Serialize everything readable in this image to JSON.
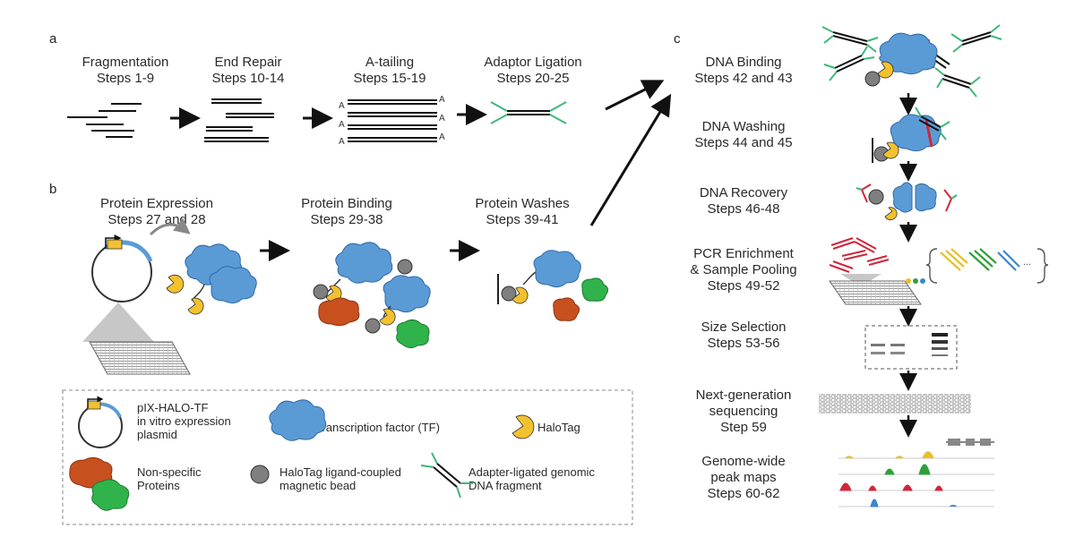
{
  "panels": {
    "a": "a",
    "b": "b",
    "c": "c"
  },
  "panel_a": [
    {
      "name": "Fragmentation",
      "steps": "Steps 1-9"
    },
    {
      "name": "End Repair",
      "steps": "Steps 10-14"
    },
    {
      "name": "A-tailing",
      "steps": "Steps 15-19"
    },
    {
      "name": "Adaptor Ligation",
      "steps": "Steps 20-25"
    }
  ],
  "a_tail_letter": "A",
  "panel_b": [
    {
      "name": "Protein Expression",
      "steps": "Steps 27 and 28"
    },
    {
      "name": "Protein Binding",
      "steps": "Steps 29-38"
    },
    {
      "name": "Protein Washes",
      "steps": "Steps 39-41"
    }
  ],
  "panel_c": [
    {
      "name": "DNA Binding",
      "steps": "Steps 42 and 43"
    },
    {
      "name": "DNA Washing",
      "steps": "Steps 44 and 45"
    },
    {
      "name": "DNA Recovery",
      "steps": "Steps 46-48"
    },
    {
      "name": "PCR Enrichment",
      "name2": "& Sample Pooling",
      "steps": "Steps 49-52"
    },
    {
      "name": "Size Selection",
      "steps": "Steps 53-56"
    },
    {
      "name": "Next-generation",
      "name2": "sequencing",
      "steps": "Step 59"
    },
    {
      "name": "Genome-wide",
      "name2": "peak maps",
      "steps": "Steps 60-62"
    }
  ],
  "ellipsis": "...",
  "legend": {
    "plasmid": [
      "pIX-HALO-TF",
      "in vitro expression",
      "plasmid"
    ],
    "tf": "Transcription factor (TF)",
    "halotag": "HaloTag",
    "nonspecific": [
      "Non-specific",
      "Proteins"
    ],
    "bead": [
      "HaloTag ligand-coupled",
      "magnetic bead"
    ],
    "dna": [
      "Adapter-ligated genomic",
      "DNA fragment"
    ]
  },
  "colors": {
    "tf": "#5b9bd5",
    "halotag": "#f2c12e",
    "bead": "#7f7f7f",
    "nonspecific_red": "#c8501e",
    "nonspecific_green": "#2fb34a",
    "adapter": "#3cb878",
    "peak_yellow": "#e6c12a",
    "peak_green": "#2fa03a",
    "peak_red": "#d0263c",
    "peak_blue": "#3a86d0"
  }
}
